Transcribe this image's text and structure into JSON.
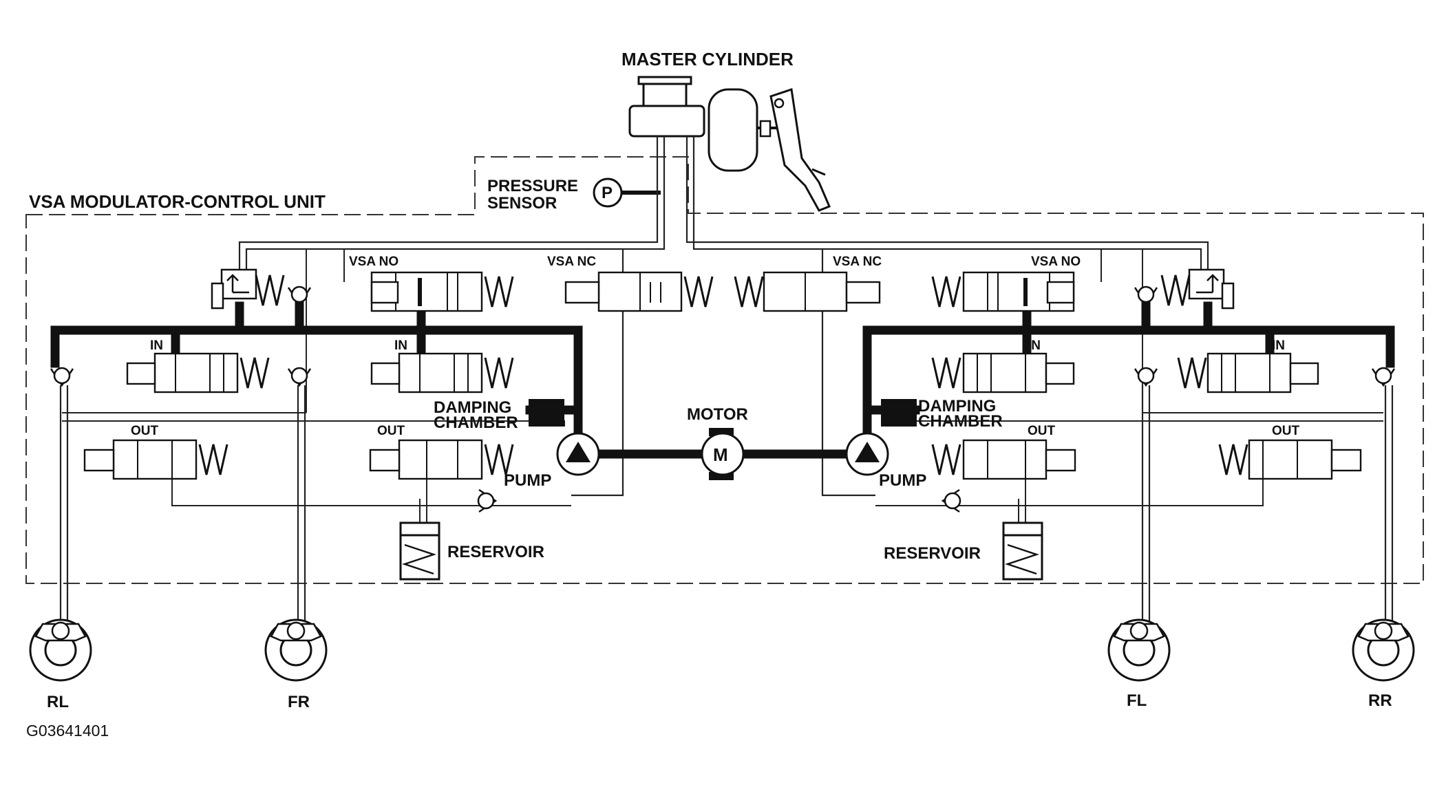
{
  "labels": {
    "master_cylinder": "MASTER CYLINDER",
    "pressure_sensor_line1": "PRESSURE",
    "pressure_sensor_line2": "SENSOR",
    "pressure_symbol": "P",
    "unit_title": "VSA MODULATOR-CONTROL UNIT",
    "vsa_no": "VSA NO",
    "vsa_nc": "VSA NC",
    "in": "IN",
    "out": "OUT",
    "damping_line1": "DAMPING",
    "damping_line2": "CHAMBER",
    "motor": "MOTOR",
    "motor_symbol": "M",
    "pump": "PUMP",
    "reservoir": "RESERVOIR",
    "figure_id": "G03641401"
  },
  "wheels": {
    "rl": "RL",
    "fr": "FR",
    "fl": "FL",
    "rr": "RR"
  }
}
